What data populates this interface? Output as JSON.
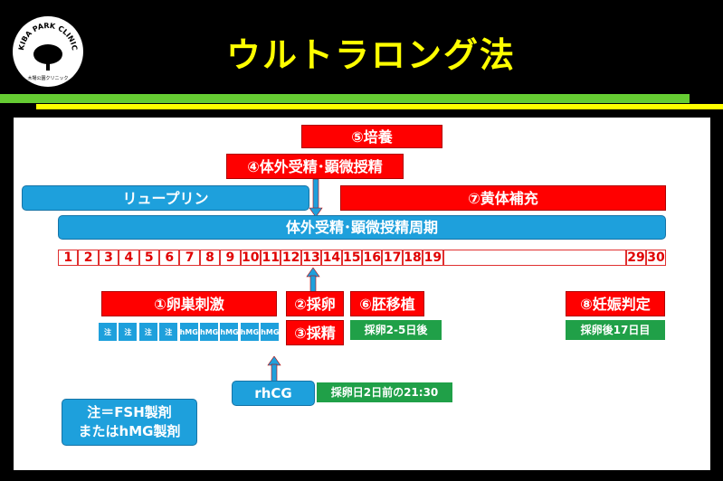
{
  "title": "ウルトラロング法",
  "logo": {
    "name": "KIBA PARK CLINIC",
    "sub": "木場公園クリニック"
  },
  "boxes": {
    "culture": "⑤培養",
    "ivf_icsi": "④体外受精･顕微授精",
    "leuprorelin": "リュープリン",
    "luteal": "⑦黄体補充",
    "period": "体外受精･顕微授精周期",
    "stim": "①卵巣刺激",
    "retrieval": "②採卵",
    "transfer": "⑥胚移植",
    "pregnancy": "⑧妊娠判定",
    "sperm": "③採精",
    "rhcg": "rhCG",
    "legend": "注＝FSH製剤\nまたはhMG製剤"
  },
  "notes": {
    "transfer_note": "採卵2-5日後",
    "pregnancy_note": "採卵後17日目",
    "rhcg_note": "採卵日2日前の21:30"
  },
  "days": [
    "1",
    "2",
    "3",
    "4",
    "5",
    "6",
    "7",
    "8",
    "9",
    "10",
    "11",
    "12",
    "13",
    "14",
    "15",
    "16",
    "17",
    "18",
    "19",
    "29",
    "30"
  ],
  "injections": [
    "注",
    "注",
    "注",
    "注",
    "hMG",
    "hMG",
    "hMG",
    "hMG",
    "hMG"
  ],
  "colors": {
    "red": "#ff0000",
    "blue": "#1ea0dc",
    "green": "#20a048",
    "title": "#ffff00"
  }
}
